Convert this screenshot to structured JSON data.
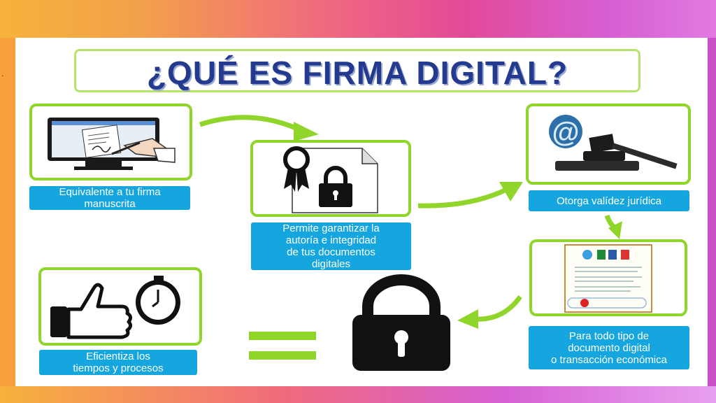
{
  "title": "¿QUÉ ES FIRMA DIGITAL?",
  "steps": [
    {
      "label": "Equivalente a tu firma\nmanuscrita",
      "icon": "monitor-signature-icon"
    },
    {
      "label": "Permite garantizar la\nautoría e integridad\nde tus documentos\ndigitales",
      "icon": "document-lock-icon"
    },
    {
      "label": "Otorga valídez jurídica",
      "icon": "at-gavel-icon"
    },
    {
      "label": "Para todo tipo de\ndocumento digital\no transacción económica",
      "icon": "signed-document-icon"
    },
    {
      "label": "Eficientiza los\ntiempos y procesos",
      "icon": "thumbs-up-stopwatch-icon"
    }
  ],
  "colors": {
    "accent_green": "#8fd52a",
    "label_blue": "#16a6df",
    "title_blue": "#233a8e"
  }
}
